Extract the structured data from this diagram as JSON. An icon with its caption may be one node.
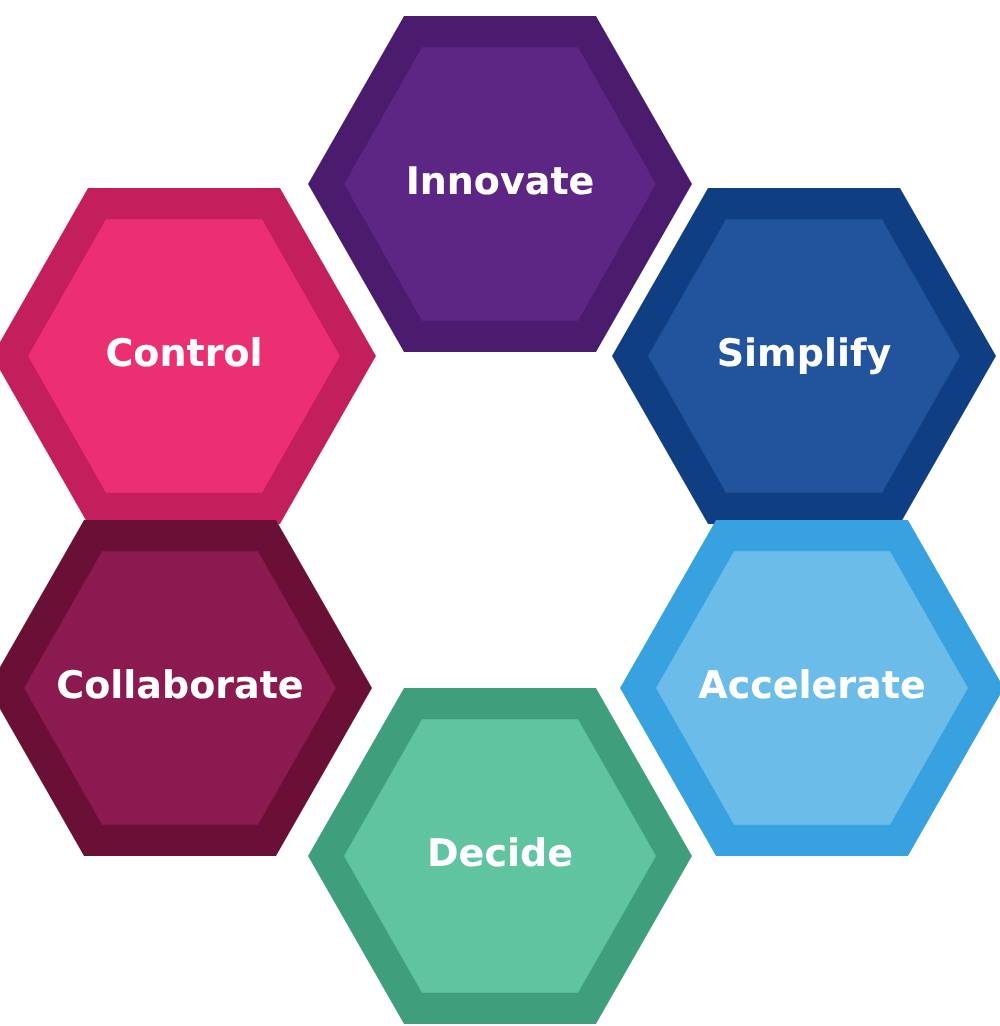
{
  "diagram": {
    "nodes": [
      {
        "text": [
          "Innovate"
        ]
      },
      {
        "text": [
          "Control"
        ]
      },
      {
        "text": [
          "Simplify"
        ]
      },
      {
        "text": [
          "Collaborate"
        ]
      },
      {
        "text": [
          "Accelerate"
        ]
      },
      {
        "text": [
          "Decide"
        ]
      }
    ]
  }
}
